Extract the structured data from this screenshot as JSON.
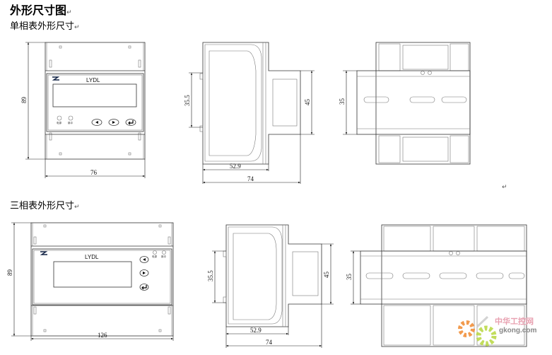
{
  "title": "外形尺寸图",
  "return_mark": "↵",
  "single_phase": {
    "heading": "单相表外形尺寸",
    "front": {
      "brand": "LYDL",
      "led1": "电源",
      "led2": "脉冲",
      "height": "89",
      "width": "76"
    },
    "side": {
      "inner_height": "35.5",
      "protrusion_height": "45",
      "body_depth": "52.9",
      "total_depth": "74"
    },
    "rail": {
      "rail_height": "35"
    }
  },
  "three_phase": {
    "heading": "三相表外形尺寸",
    "front": {
      "brand": "LYDL",
      "led1": "电源",
      "led2": "脉冲",
      "height": "89",
      "width": "126"
    },
    "side": {
      "inner_height": "35.5",
      "protrusion_height": "45",
      "body_depth": "52.9",
      "total_depth": "74"
    },
    "rail": {
      "rail_height": "35"
    }
  },
  "watermark": {
    "cn": "中华工控网",
    "en": "gkong.com"
  }
}
